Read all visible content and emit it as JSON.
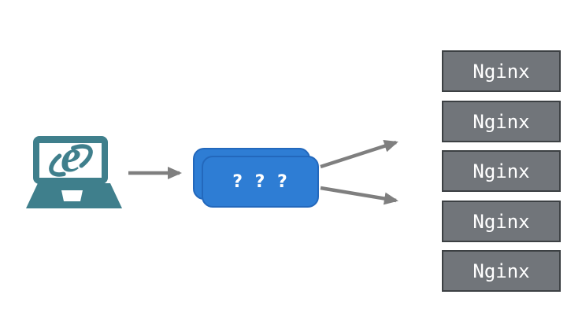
{
  "diagram": {
    "client": {
      "icon": "laptop-ie-browser-icon",
      "browser_logo_letter": "e"
    },
    "middle_box": {
      "label": "? ? ?"
    },
    "servers": [
      {
        "label": "Nginx"
      },
      {
        "label": "Nginx"
      },
      {
        "label": "Nginx"
      },
      {
        "label": "Nginx"
      },
      {
        "label": "Nginx"
      }
    ],
    "colors": {
      "laptop_teal": "#3F7F8C",
      "middle_box_blue": "#2E7DD4",
      "middle_box_border": "#2368BC",
      "server_gray": "#71757A",
      "server_border": "#3C4043",
      "arrow_gray": "#7F7F7F",
      "label_text": "#FFFFFF",
      "background": "#FFFFFF"
    }
  }
}
